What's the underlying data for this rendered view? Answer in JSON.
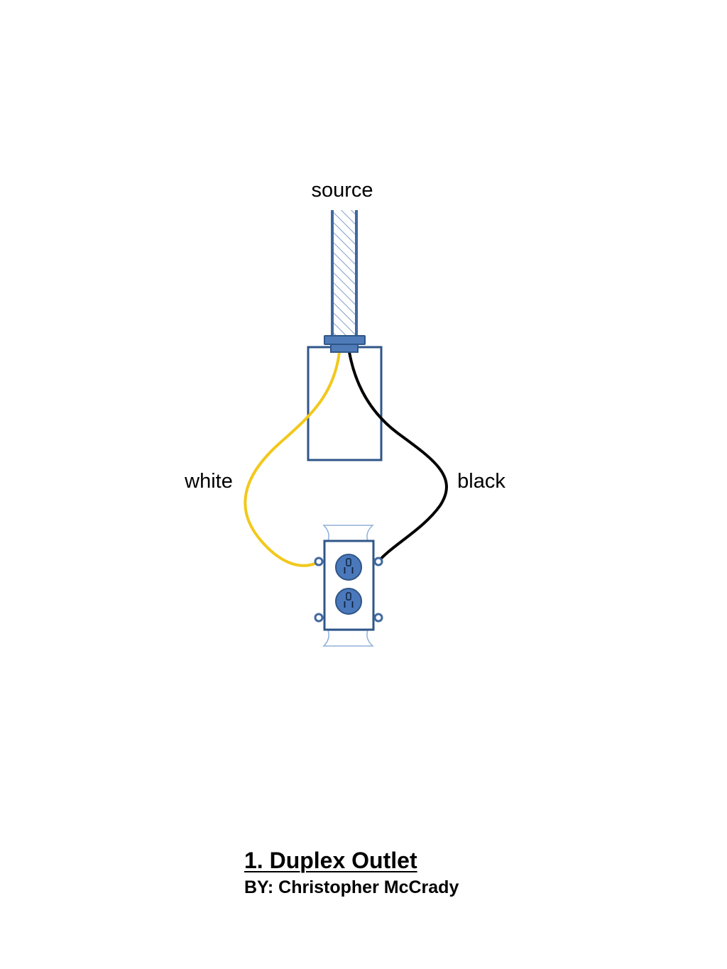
{
  "labels": {
    "source": "source",
    "white": "white",
    "black": "black"
  },
  "title": "1. Duplex Outlet",
  "author": "BY: Christopher McCrady",
  "colors": {
    "conduit": "#41689f",
    "fitting": "#4f7bb8",
    "box": "#2f5688",
    "white_wire": "#f2c81b",
    "black_wire": "#000000",
    "receptacle_face": "#4a78bb",
    "strap": "#8fb1d9"
  }
}
